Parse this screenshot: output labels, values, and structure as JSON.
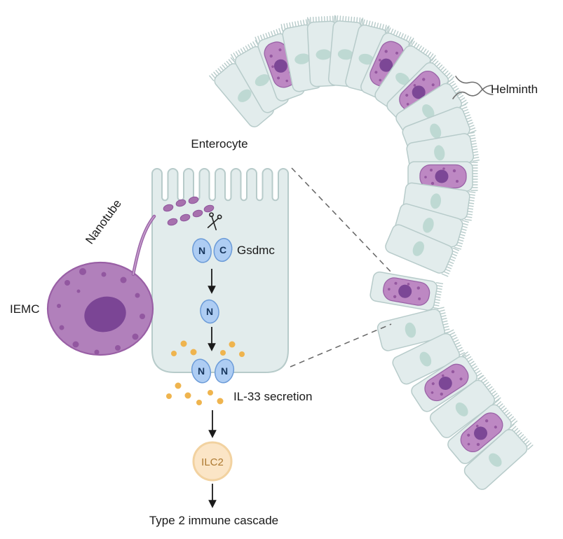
{
  "labels": {
    "helminth": "Helminth",
    "enterocyte": "Enterocyte",
    "nanotube": "Nanotube",
    "iemc": "IEMC",
    "gsdmc": "Gsdmc",
    "il33_secretion": "IL-33 secretion",
    "ilc2": "ILC2",
    "type2_cascade": "Type 2 immune cascade",
    "n_domain": "N",
    "c_domain": "C"
  },
  "icons": {
    "scissors": {
      "name": "scissors-icon",
      "glyph": "✂"
    },
    "helminth_worm": {
      "name": "helminth-worm-icon"
    },
    "zoom_lines": {
      "name": "zoom-indicator-dashed-lines"
    }
  },
  "colors": {
    "background": "#ffffff",
    "epithelial_cell_fill": "#e2ecec",
    "epithelial_cell_stroke": "#b7cbca",
    "nucleus_teal": "#bed9d3",
    "iemc_purple_fill": "#b180bb",
    "iemc_purple_stroke": "#995fa5",
    "iemc_nucleus": "#7b4595",
    "gsdmc_blue_fill": "#aecdf3",
    "gsdmc_blue_stroke": "#6b9bd8",
    "il33_dot_orange": "#efb44e",
    "ilc2_fill": "#fbe5c6",
    "ilc2_text": "#ad7930",
    "arrow_black": "#1a1a1a",
    "dash_gray": "#666666",
    "label_text": "#1a1a1a"
  }
}
